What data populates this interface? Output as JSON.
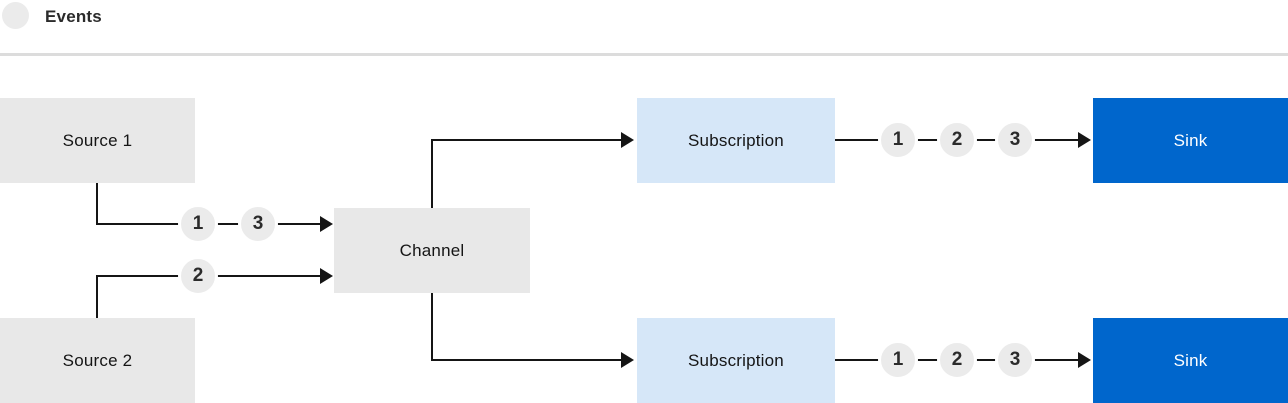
{
  "legend": {
    "label": "Events",
    "icon": "event-circle-icon"
  },
  "nodes": {
    "source1": "Source 1",
    "source2": "Source 2",
    "channel": "Channel",
    "subscription_top": "Subscription",
    "subscription_bottom": "Subscription",
    "sink_top": "Sink",
    "sink_bottom": "Sink"
  },
  "event_groups": {
    "source1_to_channel": [
      "1",
      "3"
    ],
    "source2_to_channel": [
      "2"
    ],
    "subscription_top_to_sink": [
      "1",
      "2",
      "3"
    ],
    "subscription_bottom_to_sink": [
      "1",
      "2",
      "3"
    ]
  },
  "colors": {
    "node_gray": "#e8e8e8",
    "event_circle": "#ebebeb",
    "subscription_blue": "#d6e7f8",
    "sink_blue": "#0066cc",
    "line": "#151515",
    "divider": "#dcdcdc",
    "text": "#151515",
    "sink_text": "#ffffff",
    "background": "#ffffff"
  }
}
